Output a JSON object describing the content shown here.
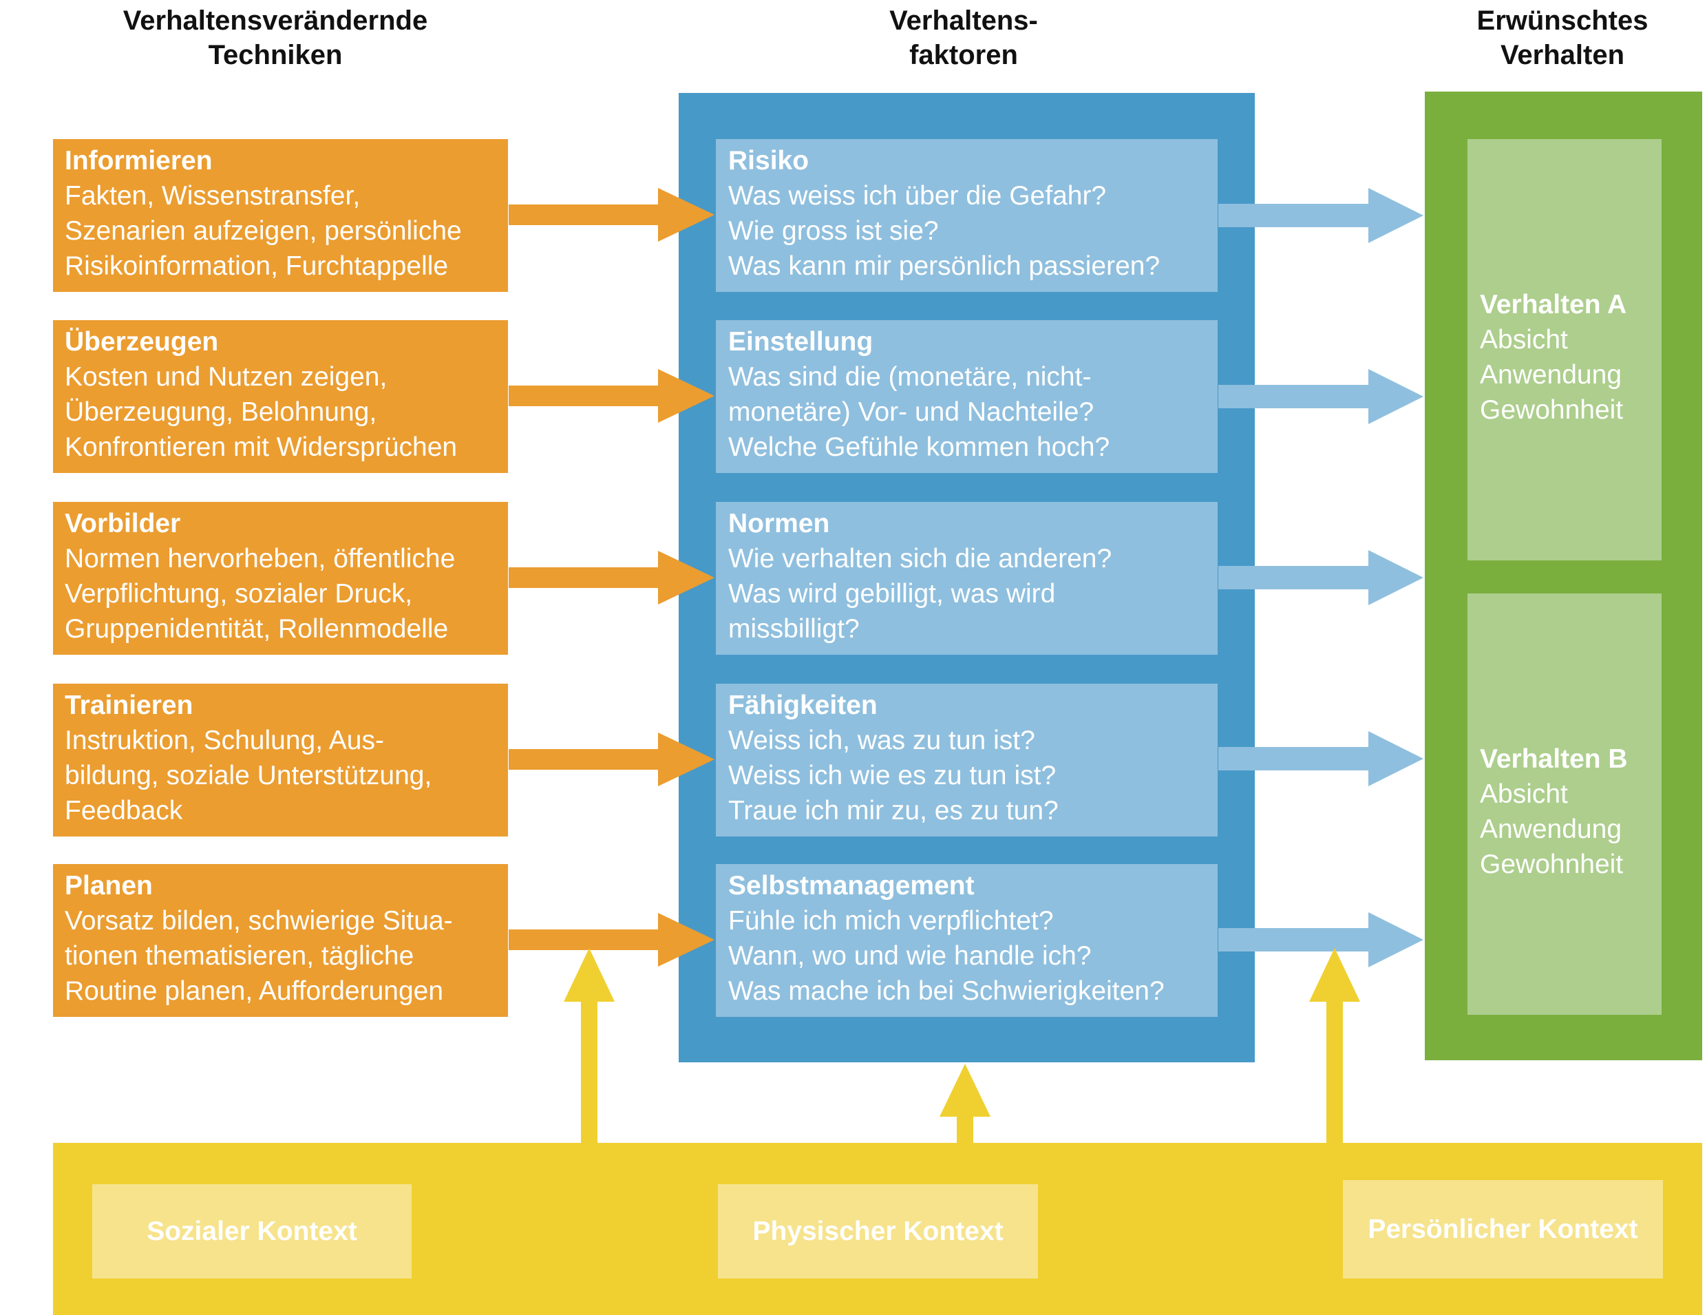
{
  "headers": {
    "techniques": "Verhaltensverändernde\nTechniken",
    "factors": "Verhaltens-\nfaktoren",
    "desired": "Erwünschtes\nVerhalten"
  },
  "techniques": [
    {
      "title": "Informieren",
      "text": "Fakten, Wissenstransfer,\nSzenarien aufzeigen, persönliche\nRisikoinformation, Furchtappelle"
    },
    {
      "title": "Überzeugen",
      "text": "Kosten und Nutzen zeigen,\nÜberzeugung, Belohnung,\nKonfrontieren mit Widersprüchen"
    },
    {
      "title": "Vorbilder",
      "text": "Normen hervorheben, öffentliche\nVerpflichtung, sozialer Druck,\nGruppenidentität, Rollenmodelle"
    },
    {
      "title": "Trainieren",
      "text": "Instruktion, Schulung, Aus-\nbildung, soziale Unterstützung,\nFeedback"
    },
    {
      "title": "Planen",
      "text": "Vorsatz bilden, schwierige Situa-\ntionen thematisieren, tägliche\nRoutine planen, Aufforderungen"
    }
  ],
  "factors": [
    {
      "title": "Risiko",
      "text": "Was weiss ich über die Gefahr?\nWie gross ist sie?\nWas kann mir persönlich passieren?"
    },
    {
      "title": "Einstellung",
      "text": "Was sind die (monetäre, nicht-\nmonetäre) Vor- und Nachteile?\nWelche Gefühle kommen hoch?"
    },
    {
      "title": "Normen",
      "text": "Wie verhalten sich die anderen?\nWas wird gebilligt, was wird\nmissbilligt?"
    },
    {
      "title": "Fähigkeiten",
      "text": "Weiss ich, was zu tun ist?\nWeiss ich wie es zu tun ist?\nTraue ich mir zu, es zu tun?"
    },
    {
      "title": "Selbstmanagement",
      "text": "Fühle ich mich verpflichtet?\nWann, wo und wie handle ich?\nWas mache ich bei Schwierigkeiten?"
    }
  ],
  "behaviors": [
    {
      "title": "Verhalten A",
      "text": "Absicht\nAnwendung\nGewohnheit"
    },
    {
      "title": "Verhalten B",
      "text": "Absicht\nAnwendung\nGewohnheit"
    }
  ],
  "contexts": [
    "Sozialer Kontext",
    "Physischer Kontext",
    "Persönlicher Kontext"
  ],
  "colors": {
    "technique": "#eb9d30",
    "factor_panel": "#4799c8",
    "factor_box": "#8fbfde",
    "behavior_panel": "#7aaf3e",
    "behavior_box": "#adce8d",
    "context_panel": "#f0d030",
    "context_box": "#f6e38c"
  }
}
